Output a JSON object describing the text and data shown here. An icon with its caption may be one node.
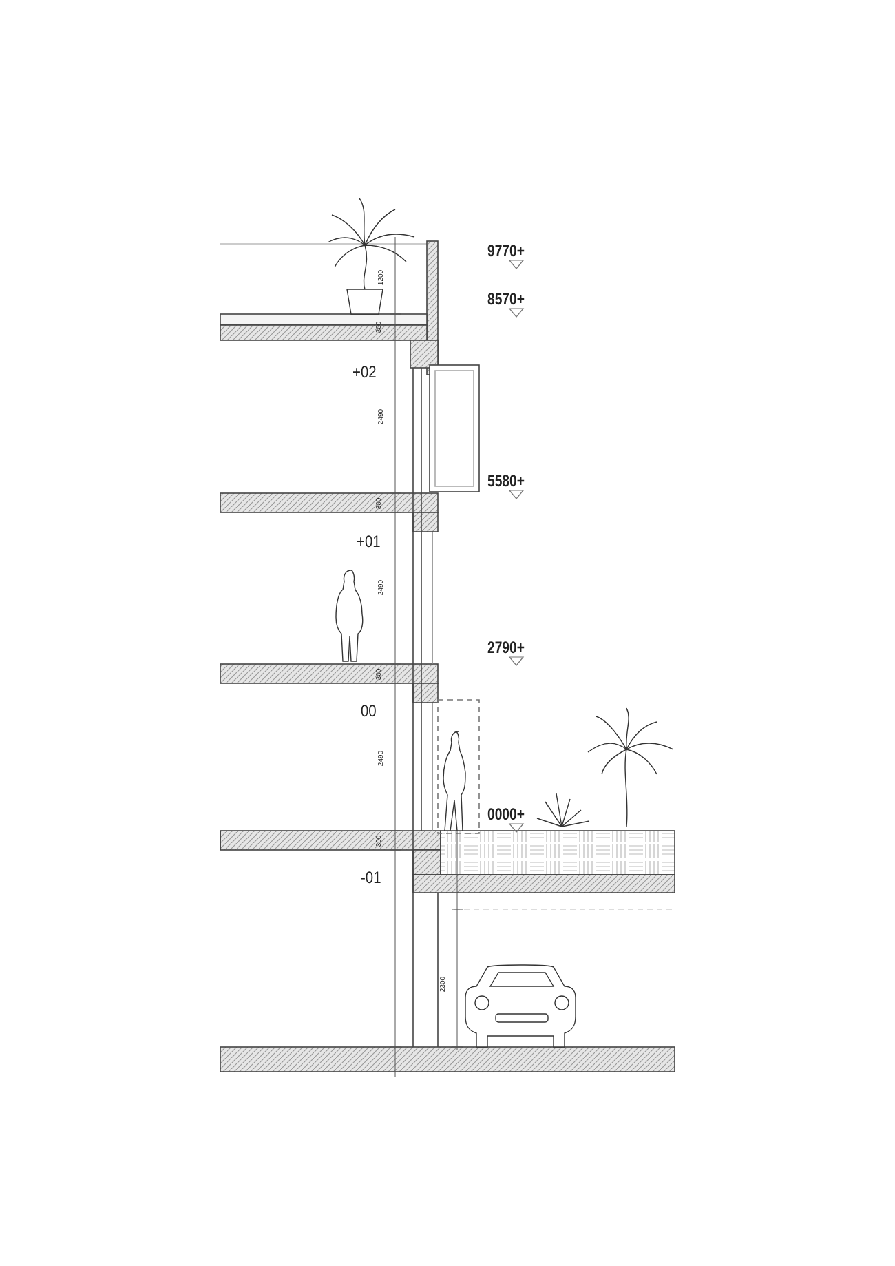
{
  "diagram": {
    "labels": [
      "9770+",
      "8570+",
      "1200",
      "300",
      "+02",
      "2490",
      "5580+",
      "300",
      "+01",
      "2490",
      "2790+",
      "300",
      "00",
      "2490",
      "0000+",
      "300",
      "-01",
      "2300"
    ]
  }
}
